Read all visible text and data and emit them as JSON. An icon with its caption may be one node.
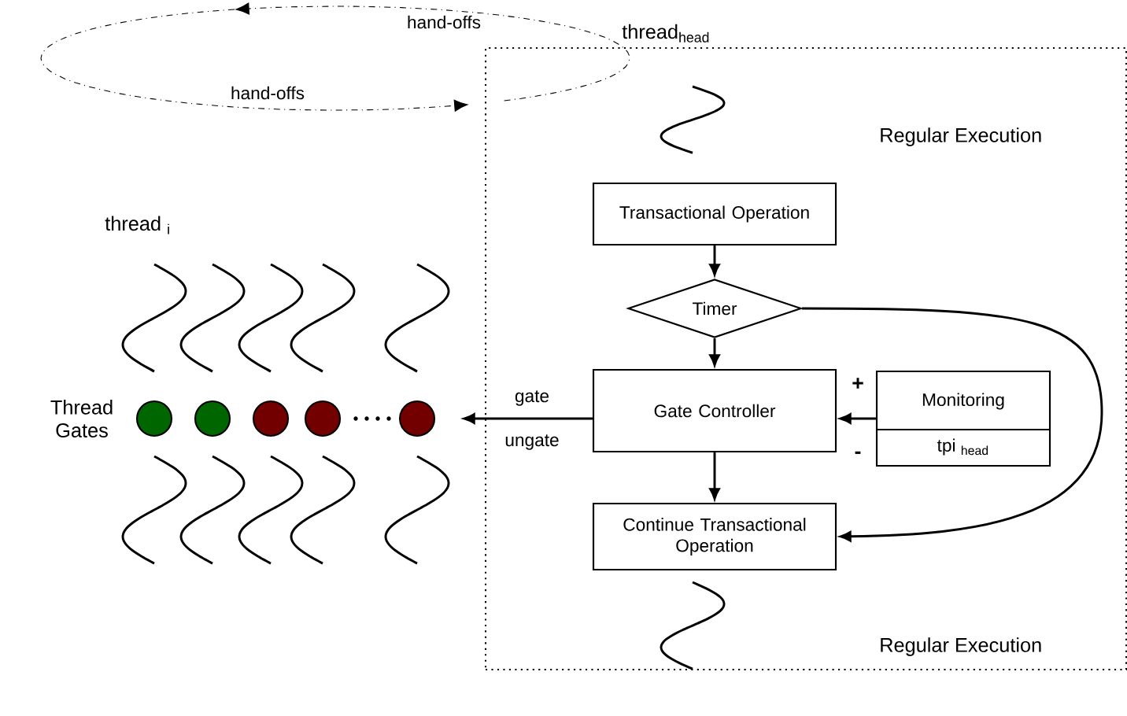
{
  "diagram": {
    "nodes": [
      {
        "text": [
          "thread$_{head}$"
        ]
      },
      {
        "text": [
          "Transactional Operation"
        ],
        "in": 0
      },
      {
        "text": [
          "Timer"
        ],
        "in": 0
      },
      {
        "text": [
          "Gate Controller"
        ],
        "in": 0
      },
      {
        "text": [
          "Monitoring",
          "tpi $_{head}$"
        ],
        "in": 0
      },
      {
        "text": [
          "Continue Transactional Operation"
        ],
        "in": 0
      },
      {
        "text": [],
        "shape": "circle"
      },
      {
        "text": [],
        "shape": "circle"
      },
      {
        "text": [],
        "shape": "circle"
      },
      {
        "text": [],
        "shape": "circle"
      },
      {
        "text": [],
        "shape": "circle"
      }
    ],
    "edges": [
      {
        "from": 0,
        "to": null,
        "arrow": "to",
        "label": "hand-offs",
        "style": "dashed"
      },
      {
        "from": null,
        "to": 0,
        "arrow": "to",
        "label": "hand-offs",
        "style": "dashed"
      },
      {
        "from": 1,
        "to": 2,
        "arrow": "to"
      },
      {
        "from": 2,
        "to": 3,
        "arrow": "to"
      },
      {
        "from": 2,
        "to": 5,
        "arrow": "to"
      },
      {
        "from": 4,
        "to": 3,
        "arrow": "to"
      },
      {
        "from": 3,
        "to": 5,
        "arrow": "to"
      },
      {
        "from": 3,
        "to": 10,
        "arrow": "to"
      }
    ],
    "labels": [
      "Regular Execution",
      "thread $_{i}$",
      "Thread Gates",
      "gate",
      "+",
      "ungate",
      "-",
      "Regular Execution"
    ]
  }
}
